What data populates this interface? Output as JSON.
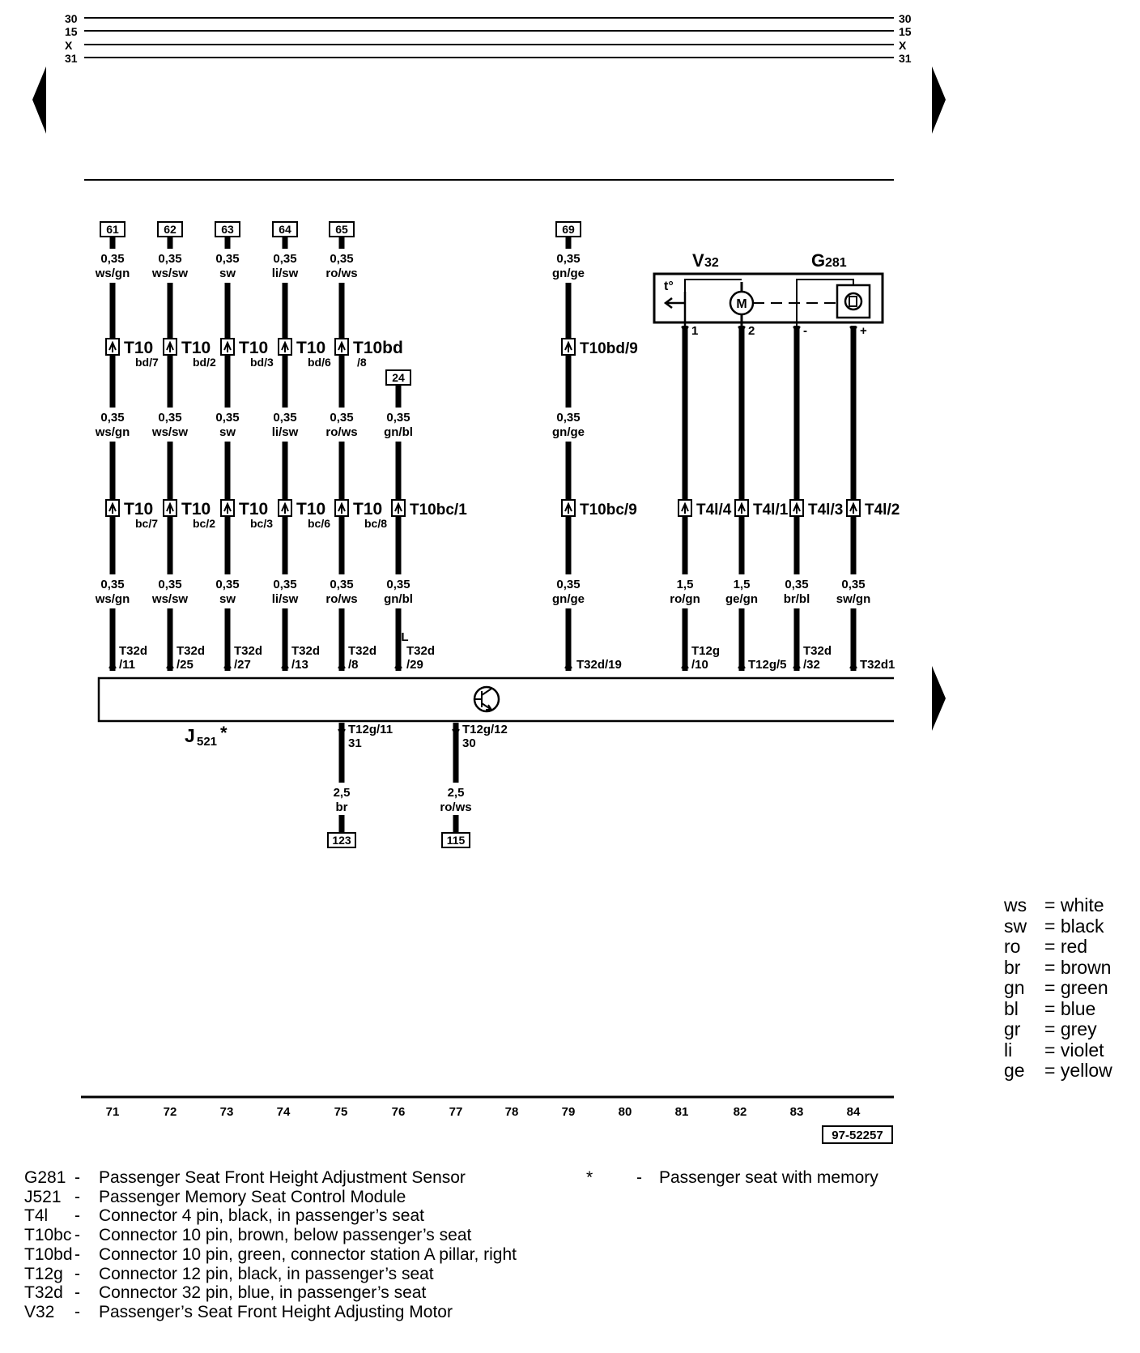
{
  "bus": {
    "lines": [
      {
        "left": "30",
        "right": "30"
      },
      {
        "left": "15",
        "right": "15"
      },
      {
        "left": "X",
        "right": "X"
      },
      {
        "left": "31",
        "right": "31"
      }
    ]
  },
  "wires_top": [
    {
      "ref": "61",
      "size1": "0,35",
      "color1": "ws/gn",
      "conn1": "T10",
      "conn1_sub": "bd/7",
      "size2": "0,35",
      "color2": "ws/gn",
      "conn2": "T10",
      "conn2_sub": "bc/7",
      "size3": "0,35",
      "color3": "ws/gn",
      "pin_a": "T32d",
      "pin_b": "/11"
    },
    {
      "ref": "62",
      "size1": "0,35",
      "color1": "ws/sw",
      "conn1": "T10",
      "conn1_sub": "bd/2",
      "size2": "0,35",
      "color2": "ws/sw",
      "conn2": "T10",
      "conn2_sub": "bc/2",
      "size3": "0,35",
      "color3": "ws/sw",
      "pin_a": "T32d",
      "pin_b": "/25"
    },
    {
      "ref": "63",
      "size1": "0,35",
      "color1": "sw",
      "conn1": "T10",
      "conn1_sub": "bd/3",
      "size2": "0,35",
      "color2": "sw",
      "conn2": "T10",
      "conn2_sub": "bc/3",
      "size3": "0,35",
      "color3": "sw",
      "pin_a": "T32d",
      "pin_b": "/27"
    },
    {
      "ref": "64",
      "size1": "0,35",
      "color1": "li/sw",
      "conn1": "T10",
      "conn1_sub": "bd/6",
      "size2": "0,35",
      "color2": "li/sw",
      "conn2": "T10",
      "conn2_sub": "bc/6",
      "size3": "0,35",
      "color3": "li/sw",
      "pin_a": "T32d",
      "pin_b": "/13"
    },
    {
      "ref": "65",
      "size1": "0,35",
      "color1": "ro/ws",
      "conn1": "T10bd",
      "conn1_sub": "/8",
      "size2": "0,35",
      "color2": "ro/ws",
      "conn2": "T10",
      "conn2_sub": "bc/8",
      "size3": "0,35",
      "color3": "ro/ws",
      "pin_a": "T32d",
      "pin_b": "/8"
    }
  ],
  "wire_76": {
    "ref": "24",
    "size2": "0,35",
    "color2": "gn/bl",
    "conn2": "T10bc/1",
    "size3": "0,35",
    "color3": "gn/bl",
    "label_l": "L",
    "pin_a": "T32d",
    "pin_b": "/29"
  },
  "wire_79": {
    "ref": "69",
    "size1": "0,35",
    "color1": "gn/ge",
    "conn1": "T10bd/9",
    "size2": "0,35",
    "color2": "gn/ge",
    "conn2": "T10bc/9",
    "size3": "0,35",
    "color3": "gn/ge",
    "pin": "T32d/19"
  },
  "components": {
    "v32": {
      "label": "V",
      "sub": "32",
      "motor": "M",
      "temp": "t°"
    },
    "g281": {
      "label": "G",
      "sub": "281"
    },
    "pins": [
      "1",
      "2",
      "-",
      "+"
    ]
  },
  "right_wires": [
    {
      "conn": "T4l/4",
      "size": "1,5",
      "color": "ro/gn",
      "pin_a": "T12g",
      "pin_b": "/10"
    },
    {
      "conn": "T4l/1",
      "size": "1,5",
      "color": "ge/gn",
      "pin_a": "T12g/5",
      "pin_b": ""
    },
    {
      "conn": "T4l/3",
      "size": "0,35",
      "color": "br/bl",
      "pin_a": "T32d",
      "pin_b": "/32"
    },
    {
      "conn": "T4l/2",
      "size": "0,35",
      "color": "sw/gn",
      "pin_a": "T32d1",
      "pin_b": ""
    }
  ],
  "module": {
    "label": "J",
    "sub": "521",
    "star": "*"
  },
  "bottom_wires": [
    {
      "pin": "T12g/11",
      "term": "31",
      "size": "2,5",
      "color": "br",
      "ref": "123"
    },
    {
      "pin": "T12g/12",
      "term": "30",
      "size": "2,5",
      "color": "ro/ws",
      "ref": "115"
    }
  ],
  "color_key": [
    {
      "abbr": "ws",
      "name": "white"
    },
    {
      "abbr": "sw",
      "name": "black"
    },
    {
      "abbr": "ro",
      "name": "red"
    },
    {
      "abbr": "br",
      "name": "brown"
    },
    {
      "abbr": "gn",
      "name": "green"
    },
    {
      "abbr": "bl",
      "name": "blue"
    },
    {
      "abbr": "gr",
      "name": "grey"
    },
    {
      "abbr": "li",
      "name": "violet"
    },
    {
      "abbr": "ge",
      "name": "yellow"
    }
  ],
  "track_numbers": [
    "71",
    "72",
    "73",
    "74",
    "75",
    "76",
    "77",
    "78",
    "79",
    "80",
    "81",
    "82",
    "83",
    "84"
  ],
  "diagram_id": "97-52257",
  "legend": [
    {
      "code": "G281",
      "dash": "-",
      "text": "Passenger Seat Front Height Adjustment Sensor"
    },
    {
      "code": "J521",
      "dash": "-",
      "text": "Passenger Memory Seat Control Module"
    },
    {
      "code": "T4l",
      "dash": "-",
      "text": "Connector 4 pin, black, in passenger’s seat"
    },
    {
      "code": "T10bc",
      "dash": "-",
      "text": "Connector 10 pin, brown, below passenger’s seat"
    },
    {
      "code": "T10bd",
      "dash": "-",
      "text": "Connector 10 pin, green, connector station A pillar, right"
    },
    {
      "code": "T12g",
      "dash": "-",
      "text": "Connector 12 pin, black, in passenger’s seat"
    },
    {
      "code": "T32d",
      "dash": "-",
      "text": "Connector 32 pin, blue, in passenger’s seat"
    },
    {
      "code": "V32",
      "dash": "-",
      "text": "Passenger’s Seat Front Height Adjusting Motor"
    }
  ],
  "legend_note": {
    "symbol": "*",
    "dash": "-",
    "text": "Passenger seat with memory"
  }
}
